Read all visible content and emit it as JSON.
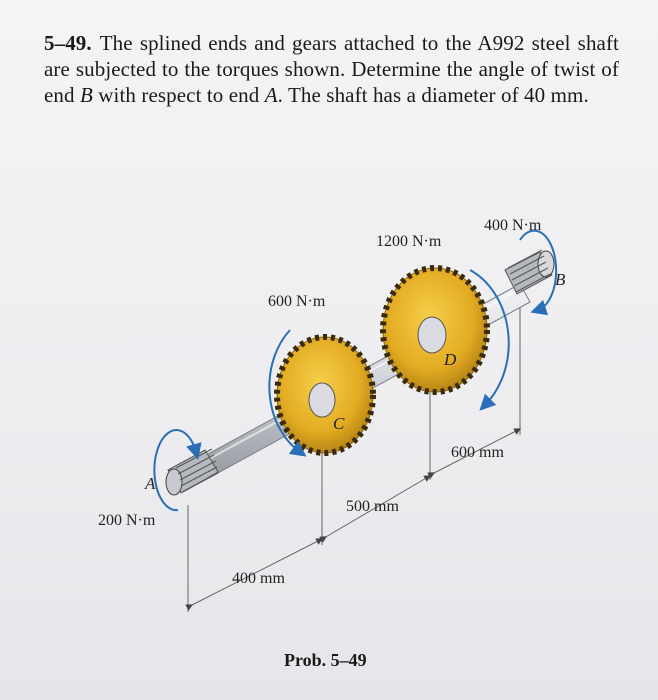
{
  "problem": {
    "number": "5–49.",
    "text_1": "The splined ends and gears attached to the A992 steel shaft are subjected to the torques shown. Determine the angle of twist of end ",
    "var_b": "B",
    "text_2": " with respect to end ",
    "var_a": "A",
    "text_3": ". The shaft has a diameter of 40 mm."
  },
  "figure": {
    "torque_a": "200 N·m",
    "torque_c": "600 N·m",
    "torque_d": "1200 N·m",
    "torque_b": "400 N·m",
    "dim_ac": "400 mm",
    "dim_cd": "500 mm",
    "dim_db": "600 mm",
    "point_a": "A",
    "point_b": "B",
    "point_c": "C",
    "point_d": "D"
  },
  "caption": "Prob. 5–49",
  "colors": {
    "gear": "#e8b62a",
    "gear_dark": "#c0901a",
    "shaft": "#c9ccd2",
    "arrow": "#2a6fb8"
  }
}
